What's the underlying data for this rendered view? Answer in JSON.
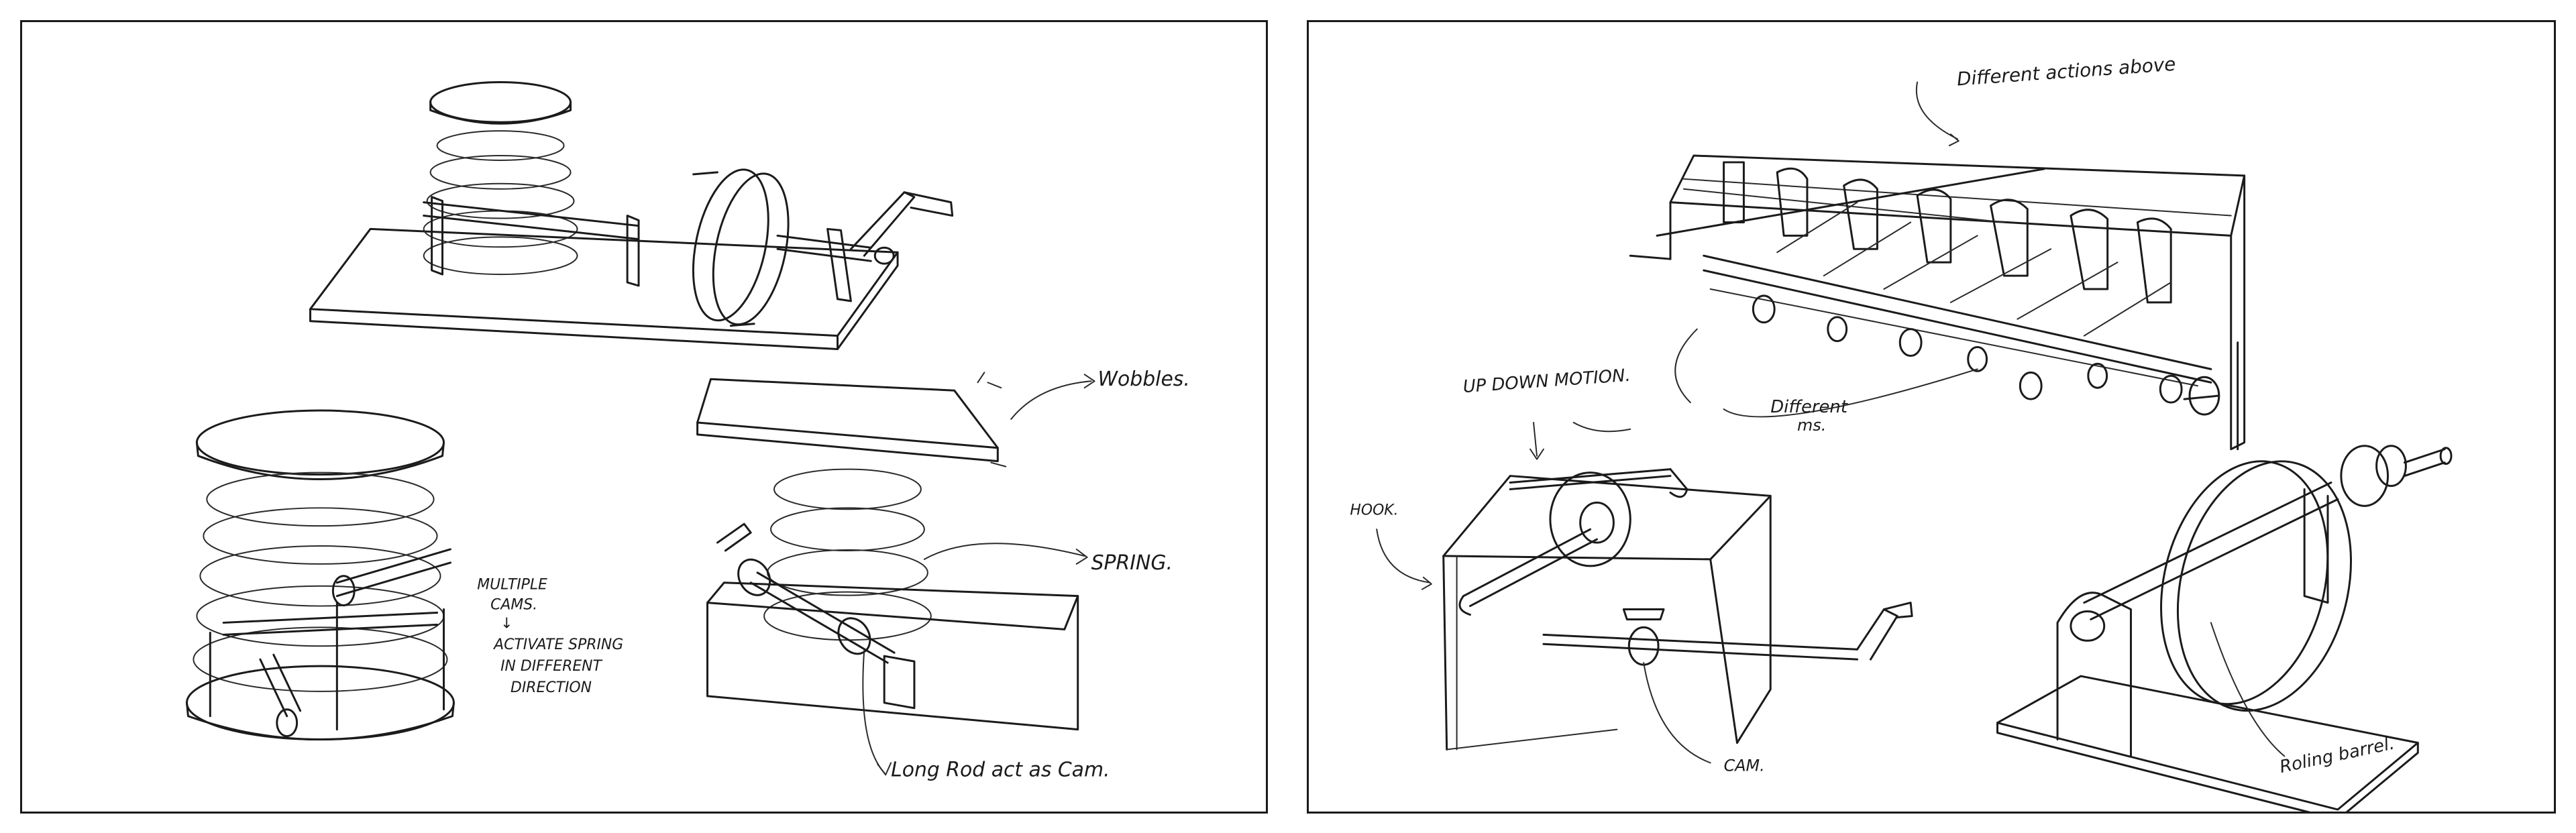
{
  "left_panel": {
    "labels": {
      "wobbles": "Wobbles.",
      "spring": "SPRING.",
      "long_rod": "Long Rod act as Cam.",
      "multiple_cams": [
        "MULTIPLE",
        "CAMS.",
        "↓",
        "ACTIVATE SPRING",
        "IN DIFFERENT",
        "DIRECTION"
      ]
    }
  },
  "right_panel": {
    "labels": {
      "different_actions": "Different actions above",
      "different_cams": [
        "Different",
        "ms."
      ],
      "up_down_motion": "UP DOWN MOTION.",
      "hook": "HOOK.",
      "cam": "CAM.",
      "rolling_barrel": "Roling barrel."
    }
  }
}
